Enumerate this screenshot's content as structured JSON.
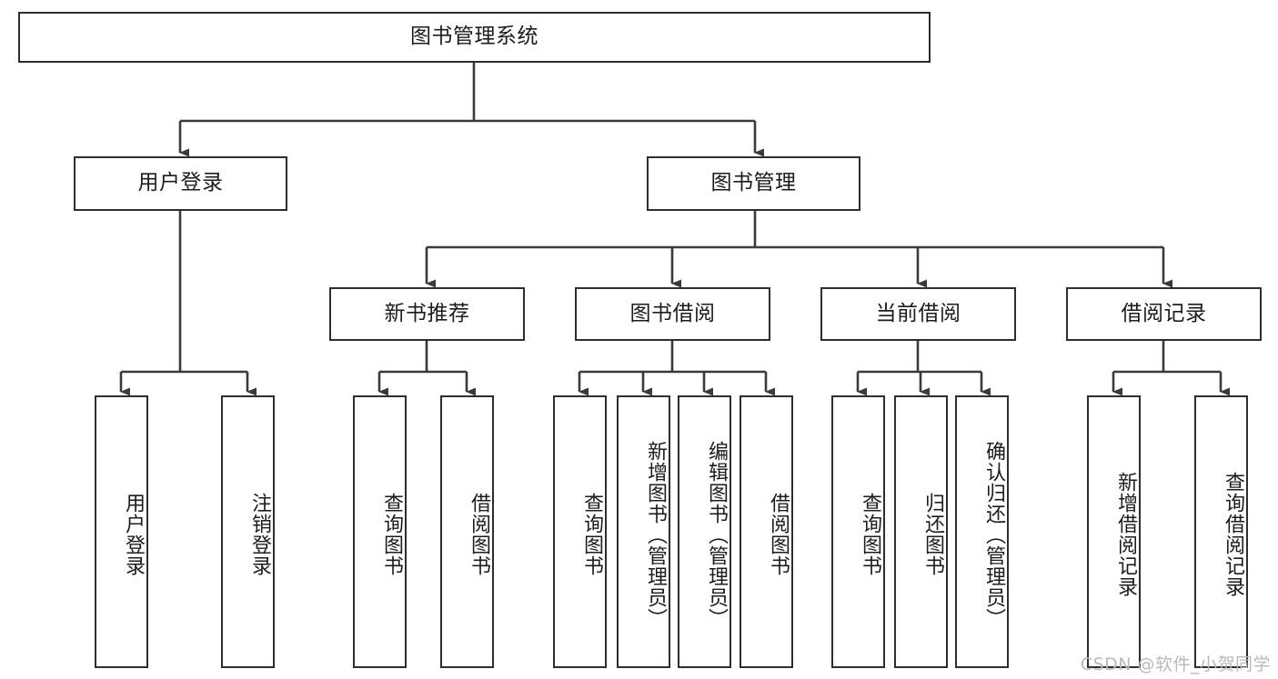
{
  "diagram": {
    "title": "图书管理系统",
    "type": "tree",
    "watermark": "CSDN @软件_小贺同学",
    "colors": {
      "box_border": "#2e2e2e",
      "box_fill": "#ffffff",
      "edge": "#3a3a3a",
      "text": "#1c1c1c",
      "watermark": "#b9b9b9"
    },
    "nodes": {
      "root": {
        "label": "图书管理系统"
      },
      "level2": [
        {
          "id": "user-login",
          "label": "用户登录"
        },
        {
          "id": "book-management",
          "label": "图书管理"
        }
      ],
      "level3": [
        {
          "id": "new-book-recommend",
          "label": "新书推荐"
        },
        {
          "id": "book-borrow",
          "label": "图书借阅"
        },
        {
          "id": "current-borrow",
          "label": "当前借阅"
        },
        {
          "id": "borrow-record",
          "label": "借阅记录"
        }
      ],
      "leaves": {
        "user_login": [
          {
            "id": "leaf-user-login",
            "label": "用户登录"
          },
          {
            "id": "leaf-logout-login",
            "label": "注销登录"
          }
        ],
        "new_book_recommend": [
          {
            "id": "leaf-query-book-1",
            "label": "查询图书"
          },
          {
            "id": "leaf-borrow-book-1",
            "label": "借阅图书"
          }
        ],
        "book_borrow": [
          {
            "id": "leaf-query-book-2",
            "label": "查询图书"
          },
          {
            "id": "leaf-add-book",
            "label": "新增图书（管理员）"
          },
          {
            "id": "leaf-edit-book",
            "label": "编辑图书（管理员）"
          },
          {
            "id": "leaf-borrow-book-2",
            "label": "借阅图书"
          }
        ],
        "current_borrow": [
          {
            "id": "leaf-query-book-3",
            "label": "查询图书"
          },
          {
            "id": "leaf-return-book",
            "label": "归还图书"
          },
          {
            "id": "leaf-confirm-return",
            "label": "确认归还（管理员）"
          }
        ],
        "borrow_record": [
          {
            "id": "leaf-add-record",
            "label": "新增借阅记录"
          },
          {
            "id": "leaf-query-record",
            "label": "查询借阅记录"
          }
        ]
      }
    }
  }
}
